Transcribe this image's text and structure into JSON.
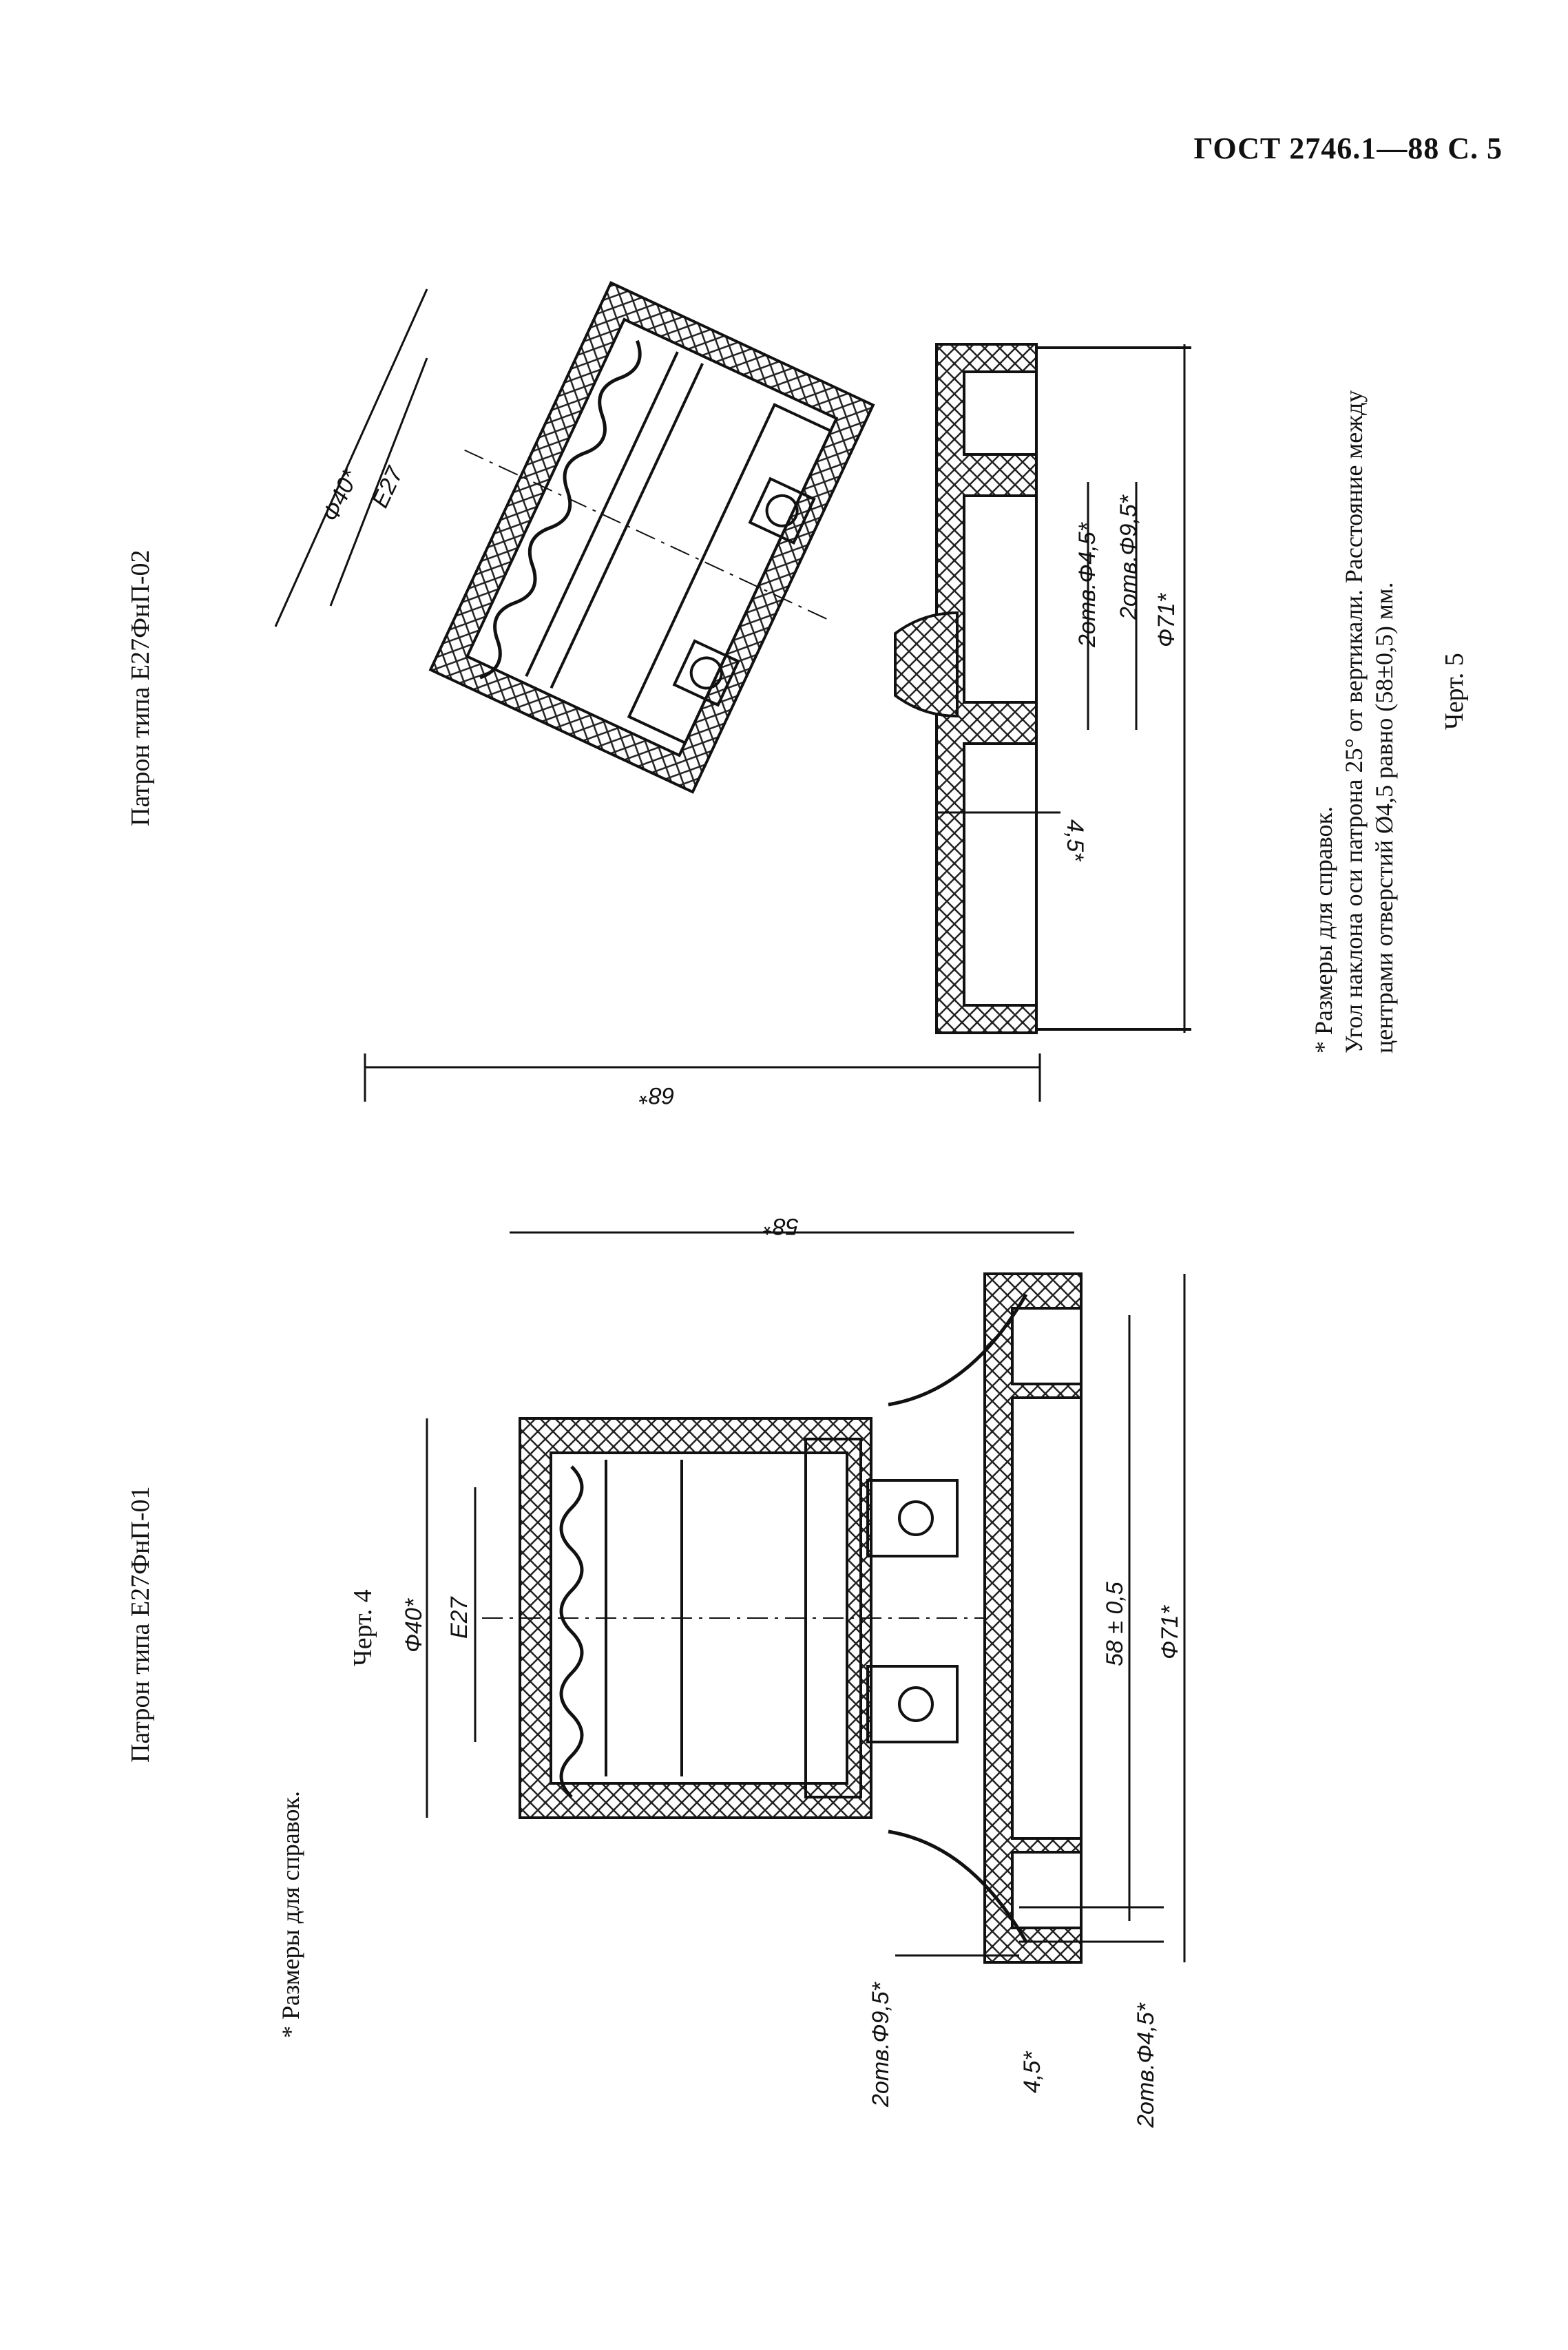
{
  "header": {
    "text": "ГОСТ 2746.1—88 С. 5"
  },
  "left_figure": {
    "title": "Патрон типа Е27ФнП-01",
    "caption": "Черт. 4",
    "footnote": "* Размеры для справок.",
    "dims": {
      "d40": "Ф40*",
      "e27": "Е27",
      "d58": "58*",
      "d58tol": "58 ± 0,5",
      "d71": "Ф71*",
      "h95": "2отв.Ф9,5*",
      "h45": "2отв.Ф4,5*",
      "v45": "4,5*"
    }
  },
  "right_figure": {
    "title": "Патрон типа Е27ФнП-02",
    "caption": "Черт. 5",
    "footnote_lines": [
      "* Размеры для справок.",
      "Угол наклона оси патрона 25° от вертикали. Расстояние между",
      "центрами отверстий Ø4,5 равно (58±0,5) мм."
    ],
    "dims": {
      "d40": "Ф40*",
      "e27": "Е27",
      "d68": "68*",
      "h45": "2отв.Ф4,5*",
      "h95": "2отв.Ф9,5*",
      "d71": "Ф71*",
      "v45": "4,5*"
    }
  }
}
